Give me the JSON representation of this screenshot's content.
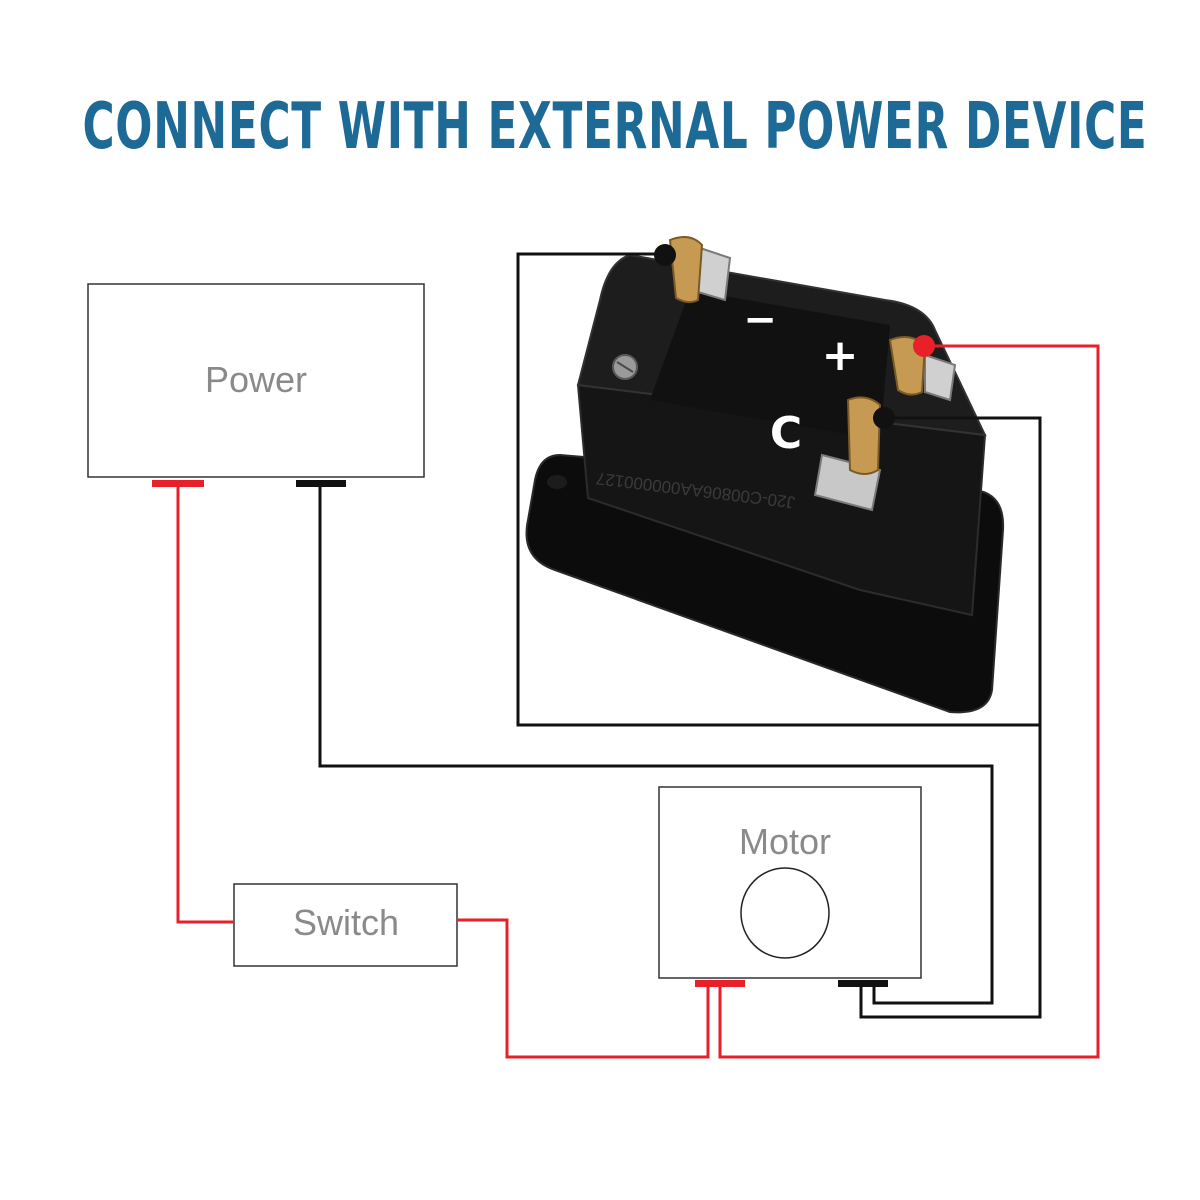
{
  "title": "CONNECT WITH EXTERNAL POWER DEVICE",
  "boxes": {
    "power": "Power",
    "switch": "Switch",
    "motor": "Motor"
  },
  "device": {
    "minus_label": "−",
    "plus_label": "+",
    "c_label": "C",
    "serial": "J20-C00806AA000000127"
  },
  "colors": {
    "title": "#1e6a96",
    "wire_red": "#e8202a",
    "wire_black": "#111111",
    "box_border": "#333333",
    "label_gray": "#8a8a8a"
  }
}
